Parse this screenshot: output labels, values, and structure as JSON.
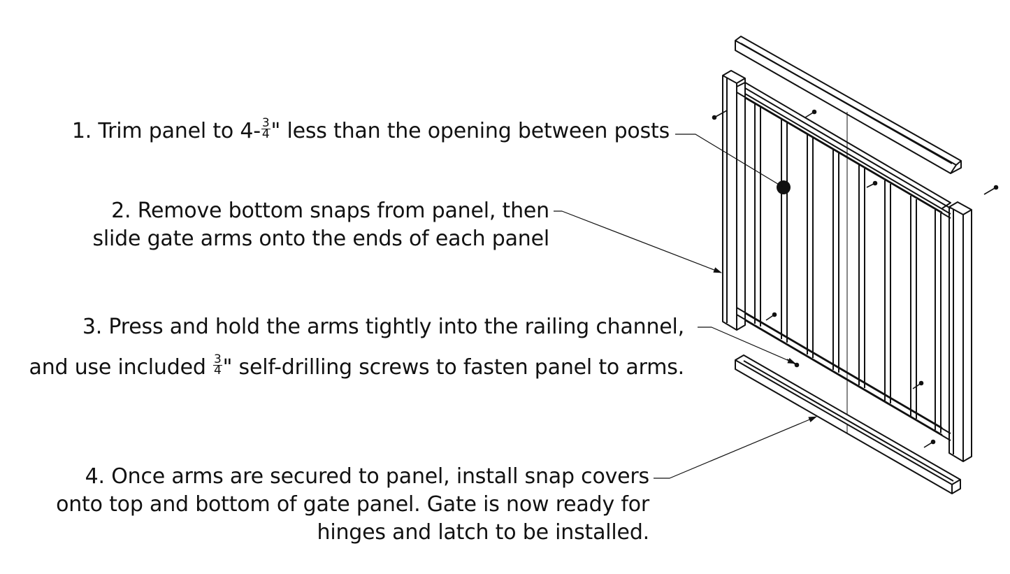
{
  "steps": [
    {
      "id": 1,
      "line1_pre": "1. Trim panel to 4-",
      "frac_num": "3",
      "frac_den": "4",
      "line1_post": "\" less than the opening between posts"
    },
    {
      "id": 2,
      "line1": "2. Remove bottom snaps from panel, then",
      "line2": "slide gate arms onto the ends of each panel"
    },
    {
      "id": 3,
      "line1": "3. Press and hold the arms tightly into the railing channel,",
      "line2_pre": "and use included ",
      "frac_num": "3",
      "frac_den": "4",
      "line2_post": "\" self-drilling screws to fasten panel to arms."
    },
    {
      "id": 4,
      "line1": "4. Once arms are secured to panel, install snap covers",
      "line2": "onto top and bottom of gate panel. Gate is now ready for",
      "line3": "hinges and latch to be installed."
    }
  ],
  "colors": {
    "ink": "#111111",
    "background": "#ffffff"
  }
}
